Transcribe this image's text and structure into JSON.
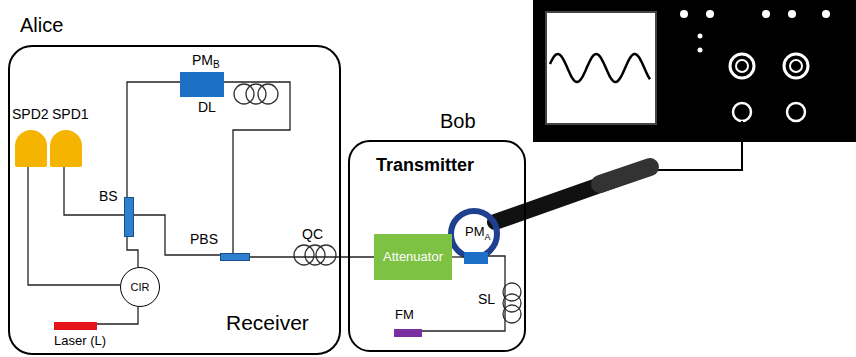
{
  "diagram": {
    "nodes": [
      {
        "text": [
          "Alice",
          "Receiver"
        ]
      },
      {
        "text": [
          "SPD2"
        ],
        "in": 0
      },
      {
        "text": [
          "SPD1"
        ],
        "in": 0
      },
      {
        "text": [
          "PM",
          "B"
        ],
        "in": 0
      },
      {
        "text": [
          "BS"
        ],
        "in": 0
      },
      {
        "text": [
          "PBS"
        ],
        "in": 0
      },
      {
        "text": [
          "CIR"
        ],
        "in": 0
      },
      {
        "text": [
          "Laser (L)"
        ],
        "in": 0
      },
      {
        "text": [
          "Bob",
          "Transmitter"
        ]
      },
      {
        "text": [
          "Attenuator"
        ],
        "in": 8
      },
      {
        "text": [
          "PM",
          "A"
        ],
        "in": 8
      },
      {
        "text": [
          "FM"
        ],
        "in": 8
      }
    ],
    "edges": [
      {
        "from": 7,
        "to": 6,
        "arrow": "none"
      },
      {
        "from": 6,
        "to": 1,
        "arrow": "none"
      },
      {
        "from": 6,
        "to": 4,
        "arrow": "none"
      },
      {
        "from": 4,
        "to": 2,
        "arrow": "none"
      },
      {
        "from": 4,
        "to": 3,
        "arrow": "none"
      },
      {
        "from": 4,
        "to": 5,
        "arrow": "none"
      },
      {
        "from": 3,
        "to": 5,
        "arrow": "none"
      },
      {
        "from": 5,
        "to": 9,
        "arrow": "none"
      },
      {
        "from": 9,
        "to": 10,
        "arrow": "none"
      },
      {
        "from": 10,
        "to": 11,
        "arrow": "none"
      }
    ],
    "labels": [
      "DL",
      "QC",
      "SL"
    ]
  }
}
